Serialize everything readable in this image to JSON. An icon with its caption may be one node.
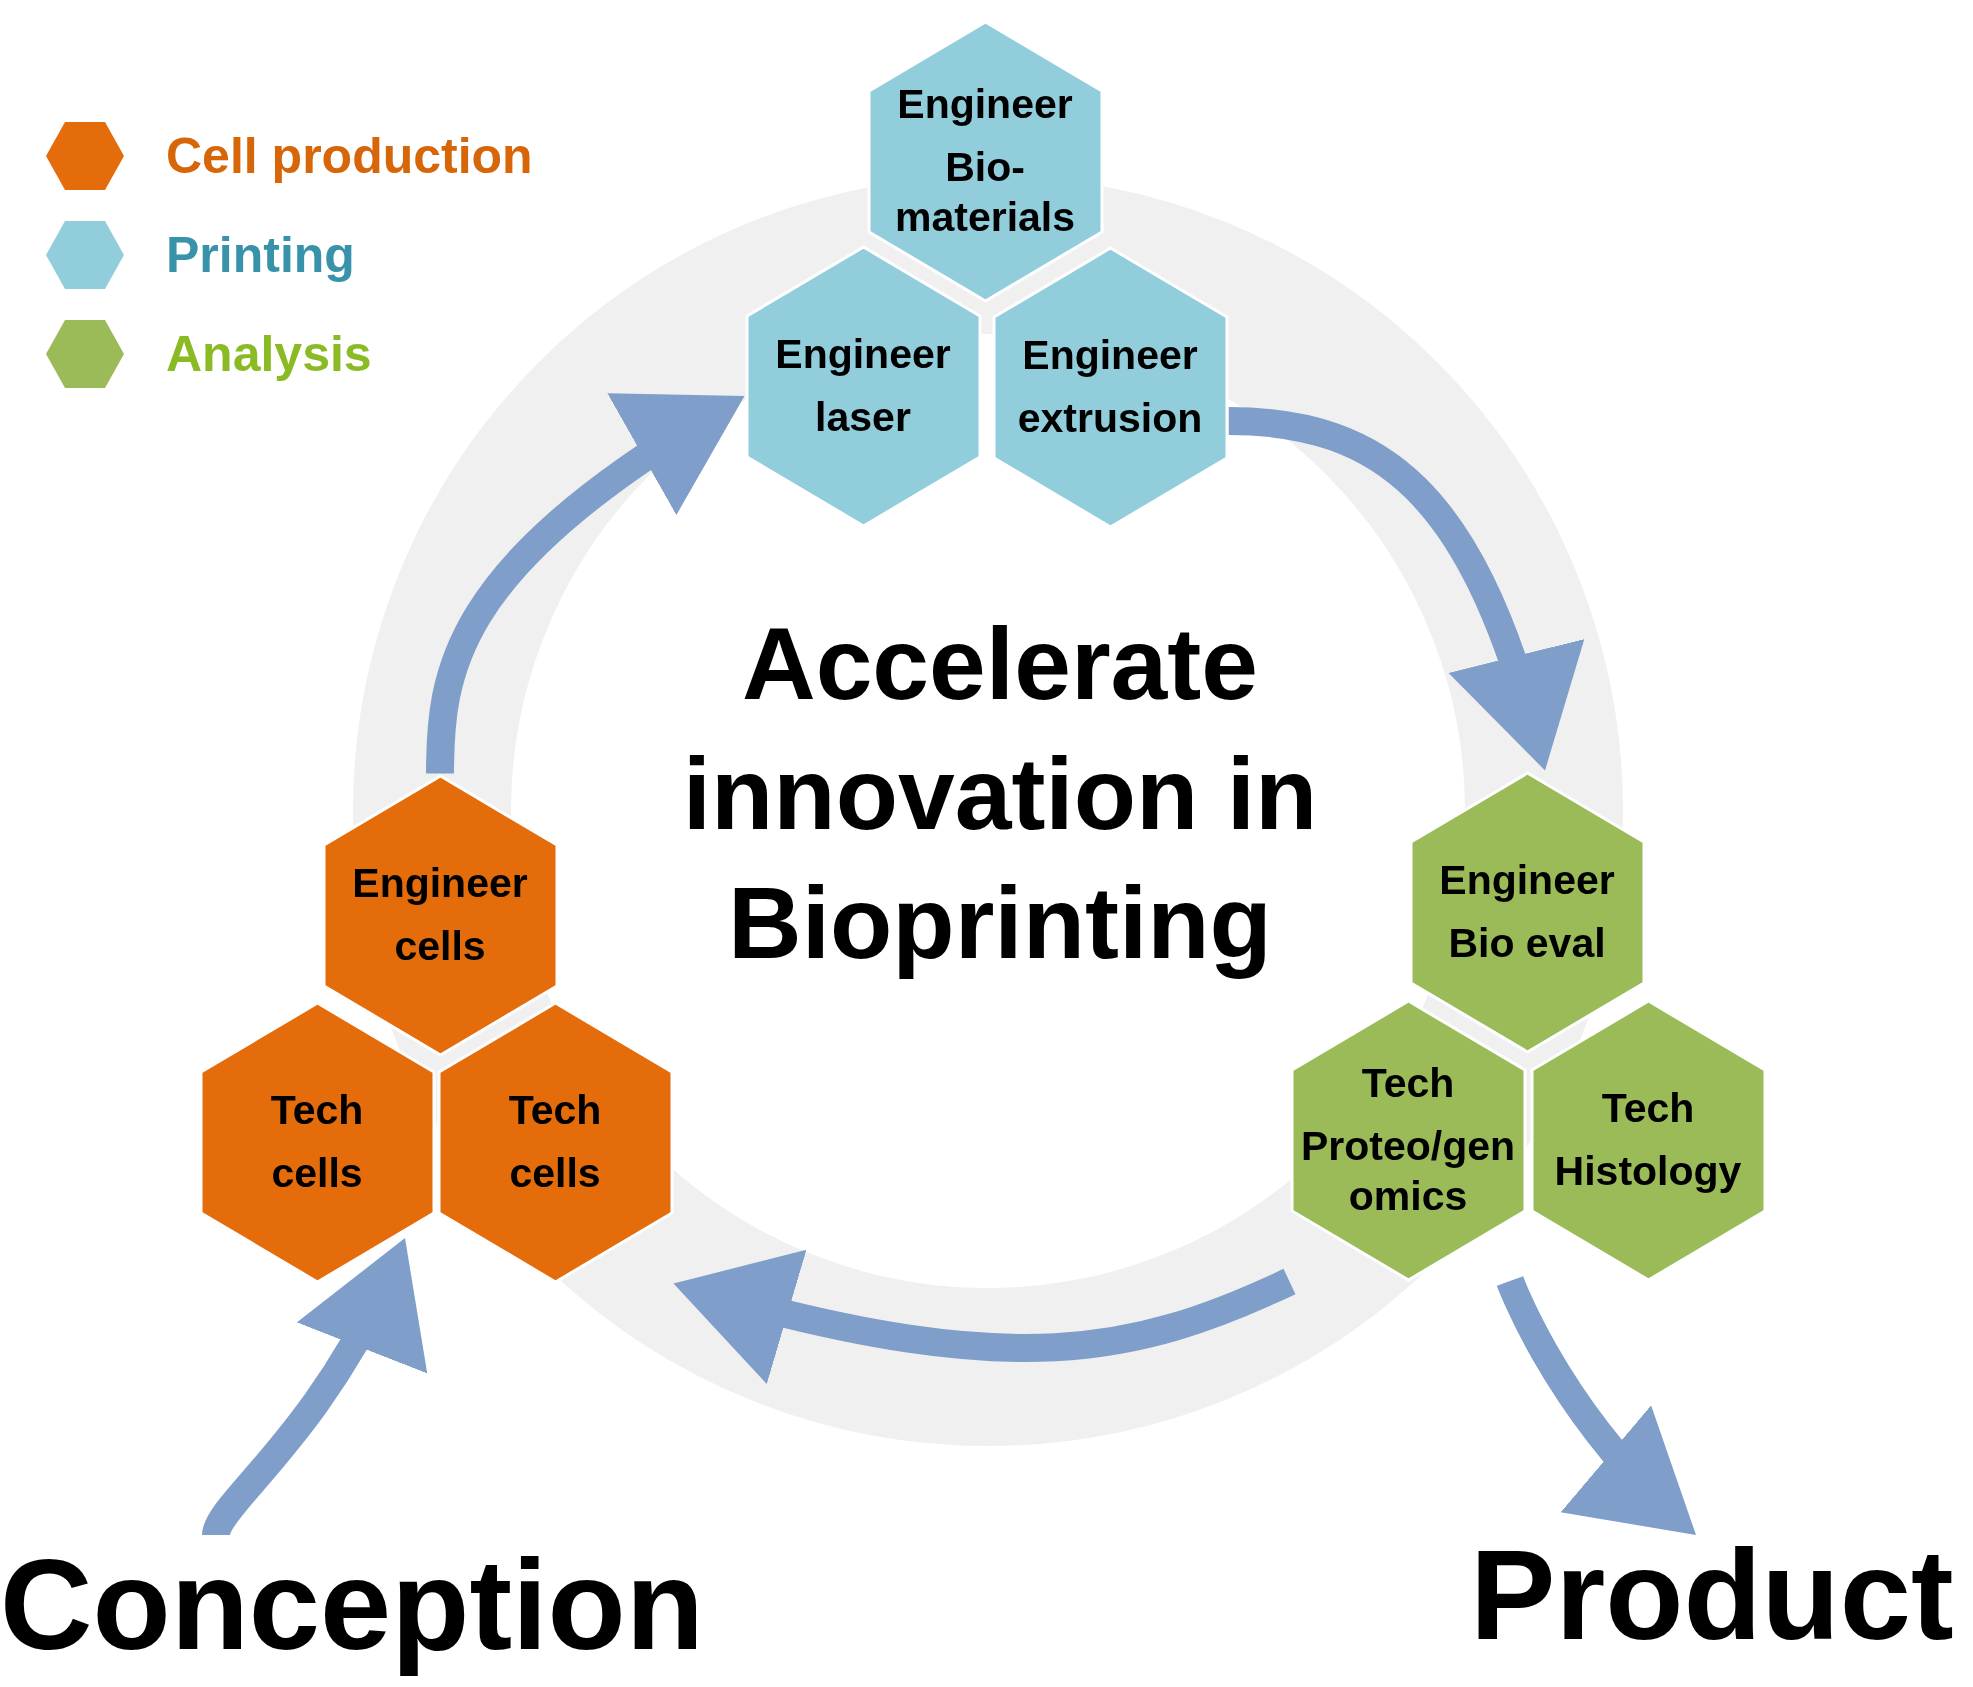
{
  "diagram": {
    "title": "Accelerate innovation in Bioprinting",
    "nodes": [
      {
        "text": [
          "Engineer",
          "Bio-materials"
        ]
      },
      {
        "text": [
          "Engineer",
          "laser"
        ]
      },
      {
        "text": [
          "Engineer",
          "extrusion"
        ]
      },
      {
        "text": [
          "Engineer",
          "cells"
        ]
      },
      {
        "text": [
          "Engineer",
          "Bio eval"
        ]
      },
      {
        "text": [
          "Tech",
          "cells"
        ]
      },
      {
        "text": [
          "Tech",
          "cells"
        ]
      },
      {
        "text": [
          "Tech",
          "Proteo/genomics"
        ]
      },
      {
        "text": [
          "Tech",
          "Histology"
        ]
      },
      {
        "text": [
          "Conception"
        ]
      },
      {
        "text": [
          "Product"
        ]
      }
    ],
    "edges": [
      {
        "from": 9,
        "to": 5,
        "arrow": "to"
      },
      {
        "from": 3,
        "to": 1,
        "arrow": "to"
      },
      {
        "from": 2,
        "to": 4,
        "arrow": "to"
      },
      {
        "from": 7,
        "to": 6,
        "arrow": "to"
      },
      {
        "from": 7,
        "to": 10,
        "arrow": "to"
      }
    ],
    "legend": [
      {
        "text": "Cell production",
        "color": "#e46c0a"
      },
      {
        "text": "Printing",
        "color": "#92cddc"
      },
      {
        "text": "Analysis",
        "color": "#9bbb59"
      }
    ]
  }
}
